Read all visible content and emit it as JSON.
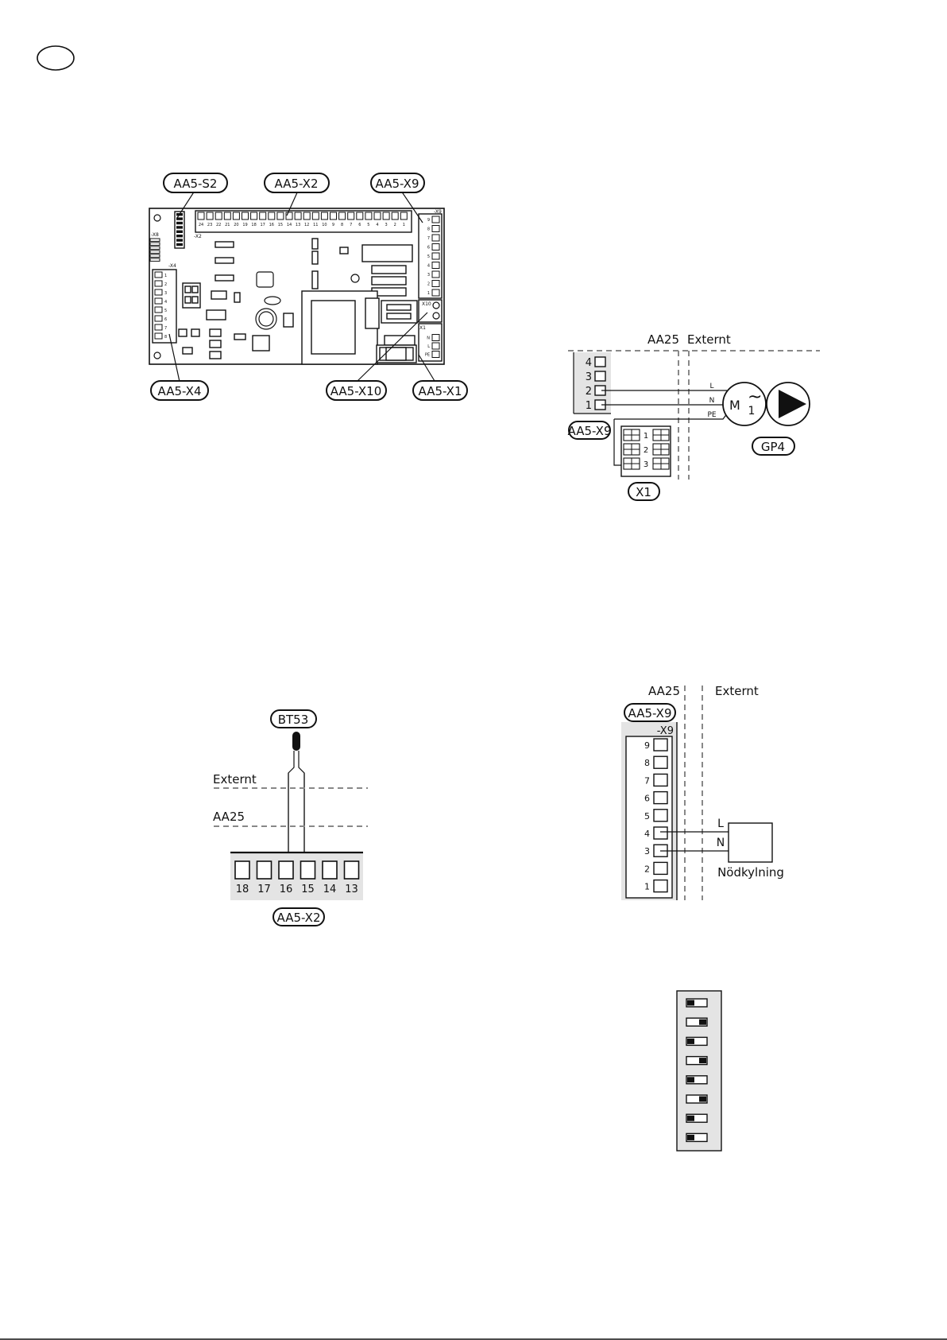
{
  "diagram1": {
    "labels": {
      "s2": "AA5-S2",
      "x2": "AA5-X2",
      "x9": "AA5-X9",
      "x4": "AA5-X4",
      "x10": "AA5-X10",
      "x1": "AA5-X1"
    },
    "board": {
      "x2_pins": [
        "24",
        "23",
        "22",
        "21",
        "20",
        "19",
        "18",
        "17",
        "16",
        "15",
        "14",
        "13",
        "12",
        "11",
        "10",
        "9",
        "8",
        "7",
        "6",
        "5",
        "4",
        "3",
        "2",
        "1"
      ],
      "x2_tag": "-X2",
      "x8_tag": "-X8",
      "x4_tag": "-X4",
      "x9_tag": "-X9",
      "x10_tag": "X10",
      "x1_tag": "X1",
      "x9_pins": [
        "9",
        "8",
        "7",
        "6",
        "5",
        "4",
        "3",
        "2",
        "1"
      ],
      "x4_pins": [
        "1",
        "2",
        "3",
        "4",
        "5",
        "6",
        "7",
        "8"
      ],
      "x1_pins": [
        "N",
        "L",
        "PE"
      ]
    }
  },
  "diagram2": {
    "aa25": "AA25",
    "externt": "Externt",
    "terminal": [
      "4",
      "3",
      "2",
      "1"
    ],
    "wires": [
      "L",
      "N",
      "PE"
    ],
    "motor": "M",
    "motor_sub": "1",
    "x9_label": "AA5-X9",
    "x1_label": "X1",
    "x1_rows": [
      "1",
      "2",
      "3"
    ],
    "pump": "GP4"
  },
  "diagram3": {
    "sensor": "BT53",
    "externt": "Externt",
    "aa25": "AA25",
    "pins": [
      "18",
      "17",
      "16",
      "15",
      "14",
      "13"
    ],
    "label": "AA5-X2"
  },
  "diagram4": {
    "aa25": "AA25",
    "externt": "Externt",
    "x9_label": "AA5-X9",
    "x9_tag": "-X9",
    "pins": [
      "9",
      "8",
      "7",
      "6",
      "5",
      "4",
      "3",
      "2",
      "1"
    ],
    "wires": [
      "L",
      "N"
    ],
    "load": "Nödkylning"
  },
  "diagram5": {
    "switches": [
      "off",
      "on",
      "off",
      "on",
      "off",
      "on",
      "off",
      "off"
    ]
  }
}
